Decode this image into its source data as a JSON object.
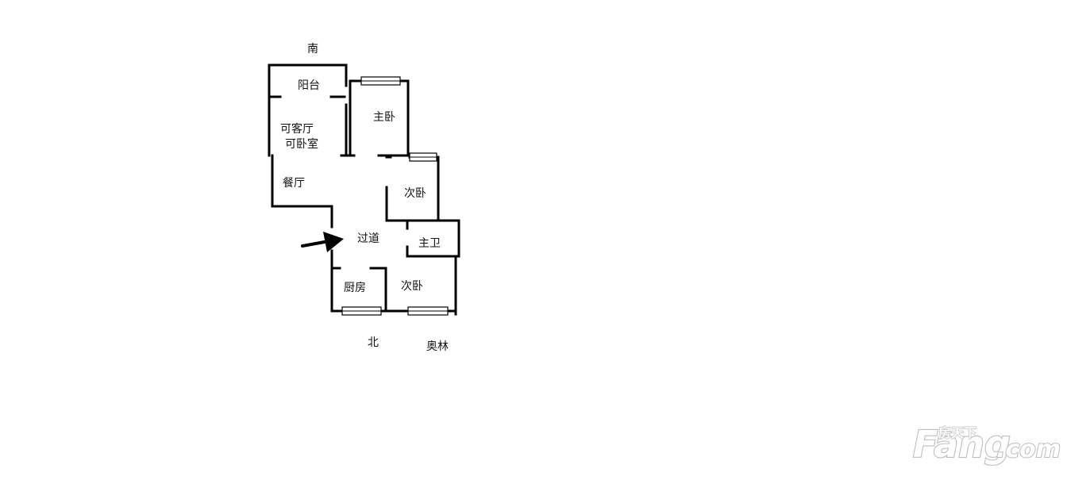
{
  "orientation": {
    "south": "南",
    "north": "北",
    "view": "奥林"
  },
  "rooms": {
    "balcony": "阳台",
    "living_line1": "可客厅",
    "living_line2": "可卧室",
    "master_bedroom": "主卧",
    "dining": "餐厅",
    "second_bedroom_1": "次卧",
    "hallway": "过道",
    "master_bath": "主卫",
    "kitchen": "厨房",
    "second_bedroom_2": "次卧"
  },
  "watermark": {
    "brand_cn": "房天下",
    "brand_en": "Fang",
    "suffix": ".com"
  }
}
